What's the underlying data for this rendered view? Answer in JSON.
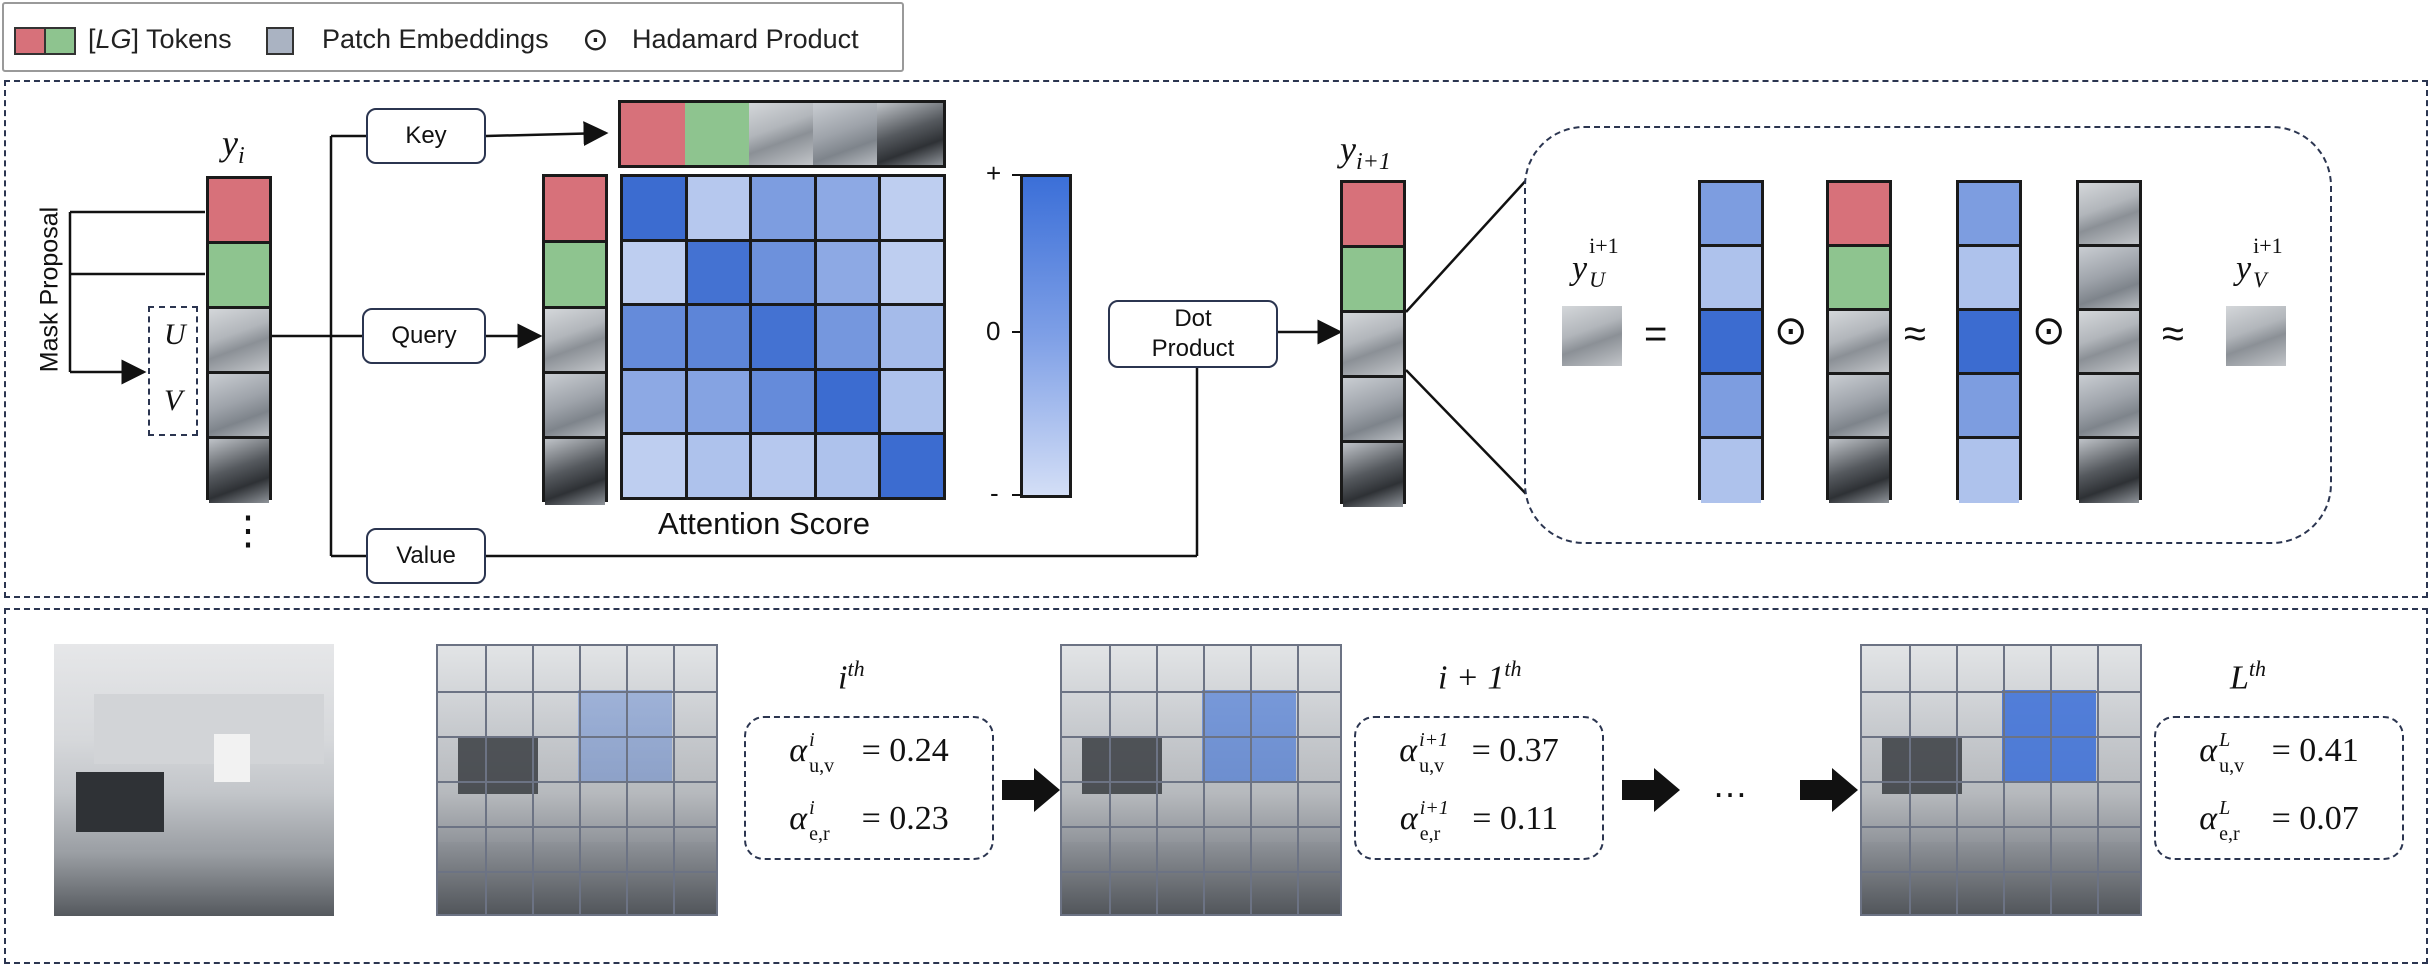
{
  "legend": {
    "lg_tokens_prefix": "[",
    "lg_tokens_symbol": "LG",
    "lg_tokens_suffix": "] Tokens",
    "patch_embeddings": "Patch Embeddings",
    "hadamard_symbol": "⊙",
    "hadamard_product": "Hadamard  Product"
  },
  "colors": {
    "lg_red": "#d7717a",
    "lg_green": "#8ec48f",
    "patch_gray": "#aab3c2",
    "attention_blue": "#3b6fd8",
    "panel_border": "#2b3550"
  },
  "top": {
    "y_i_base": "y",
    "y_i_sub": "i",
    "mask_proposal": "Mask Proposal",
    "u_label": "U",
    "v_label": "V",
    "ellipsis": "⋮",
    "key": "Key",
    "query": "Query",
    "value": "Value",
    "attention_score": "Attention Score",
    "scale_plus": "+",
    "scale_zero": "0",
    "scale_minus": "-",
    "dot_product_line1": "Dot",
    "dot_product_line2": "Product",
    "y_next_base": "y",
    "y_next_sub": "i+1",
    "attention_matrix": [
      [
        0.95,
        0.2,
        0.55,
        0.45,
        0.15
      ],
      [
        0.15,
        0.9,
        0.65,
        0.45,
        0.15
      ],
      [
        0.7,
        0.75,
        0.9,
        0.6,
        0.3
      ],
      [
        0.45,
        0.5,
        0.7,
        0.95,
        0.25
      ],
      [
        0.15,
        0.25,
        0.2,
        0.25,
        0.95
      ]
    ],
    "formula": {
      "yU_base": "y",
      "yU_sup": "i+1",
      "yU_sub": "U",
      "yV_base": "y",
      "yV_sup": "i+1",
      "yV_sub": "V",
      "equals": "=",
      "odot": "⊙",
      "approx": "≈",
      "weights_left": [
        0.55,
        0.25,
        0.95,
        0.55,
        0.25
      ],
      "weights_right": [
        0.55,
        0.25,
        0.95,
        0.55,
        0.25
      ]
    }
  },
  "bottom": {
    "layers": [
      {
        "title_base": "i",
        "title_sup": "th",
        "uv_sup": "i",
        "uv_value": "0.24",
        "er_sup": "i",
        "er_value": "0.23",
        "highlight_alpha": 0.35
      },
      {
        "title_base": "i + 1",
        "title_sup": "th",
        "uv_sup": "i+1",
        "uv_value": "0.37",
        "er_sup": "i+1",
        "er_value": "0.11",
        "highlight_alpha": 0.6
      },
      {
        "title_base": "L",
        "title_sup": "th",
        "uv_sup": "L",
        "uv_value": "0.41",
        "er_sup": "L",
        "er_value": "0.07",
        "highlight_alpha": 0.85
      }
    ],
    "alpha_symbol": "α",
    "uv_sub": "u,v",
    "er_sub": "e,r",
    "equals": "=",
    "dots": "…"
  }
}
